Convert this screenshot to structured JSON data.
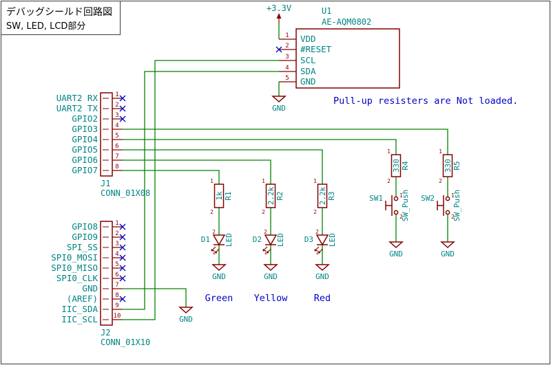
{
  "title": {
    "line1": "デバッグシールド回路図",
    "line2": "SW, LED, LCD部分"
  },
  "note": "Pull-up resisters are Not loaded.",
  "power": {
    "v33": "+3.3V",
    "gnd": "GND"
  },
  "digits": {
    "d1": "1",
    "d2": "2"
  },
  "colors": {
    "wire": "#008400",
    "component_body": "#840000",
    "pin_name_text": "#008484",
    "pin_number_text": "#840000",
    "no_connect": "#0000C8",
    "note_text": "#0000C8",
    "title_text": "#000000",
    "background": "#ffffff"
  },
  "u1": {
    "ref": "U1",
    "value": "AE-AQM0802",
    "pins": [
      {
        "num": "1",
        "name": "VDD"
      },
      {
        "num": "2",
        "name": "#RESET"
      },
      {
        "num": "3",
        "name": "SCL"
      },
      {
        "num": "4",
        "name": "SDA"
      },
      {
        "num": "5",
        "name": "GND"
      }
    ]
  },
  "j1": {
    "ref": "J1",
    "value": "CONN_01X08",
    "pins": [
      {
        "num": "1",
        "label": "UART2 RX"
      },
      {
        "num": "2",
        "label": "UART2 TX"
      },
      {
        "num": "3",
        "label": "GPIO2"
      },
      {
        "num": "4",
        "label": "GPIO3"
      },
      {
        "num": "5",
        "label": "GPIO4"
      },
      {
        "num": "6",
        "label": "GPIO5"
      },
      {
        "num": "7",
        "label": "GPIO6"
      },
      {
        "num": "8",
        "label": "GPIO7"
      }
    ]
  },
  "j2": {
    "ref": "J2",
    "value": "CONN_01X10",
    "pins": [
      {
        "num": "1",
        "label": "GPIO8"
      },
      {
        "num": "2",
        "label": "GPIO9"
      },
      {
        "num": "3",
        "label": "SPI_SS"
      },
      {
        "num": "4",
        "label": "SPI0_MOSI"
      },
      {
        "num": "5",
        "label": "SPI0_MISO"
      },
      {
        "num": "6",
        "label": "SPI0_CLK"
      },
      {
        "num": "7",
        "label": "GND"
      },
      {
        "num": "8",
        "label": "(AREF)"
      },
      {
        "num": "9",
        "label": "IIC_SDA"
      },
      {
        "num": "10",
        "label": "IIC_SCL"
      }
    ]
  },
  "resistors": [
    {
      "ref": "R1",
      "value": "1k"
    },
    {
      "ref": "R2",
      "value": "2.2k"
    },
    {
      "ref": "R3",
      "value": "2.2k"
    },
    {
      "ref": "R4",
      "value": "330"
    },
    {
      "ref": "R5",
      "value": "330"
    }
  ],
  "leds": [
    {
      "ref": "D1",
      "value": "LED",
      "color_label": "Green"
    },
    {
      "ref": "D2",
      "value": "LED",
      "color_label": "Yellow"
    },
    {
      "ref": "D3",
      "value": "LED",
      "color_label": "Red"
    }
  ],
  "switches": [
    {
      "ref": "SW1",
      "value": "SW_Push"
    },
    {
      "ref": "SW2",
      "value": "SW_Push"
    }
  ]
}
